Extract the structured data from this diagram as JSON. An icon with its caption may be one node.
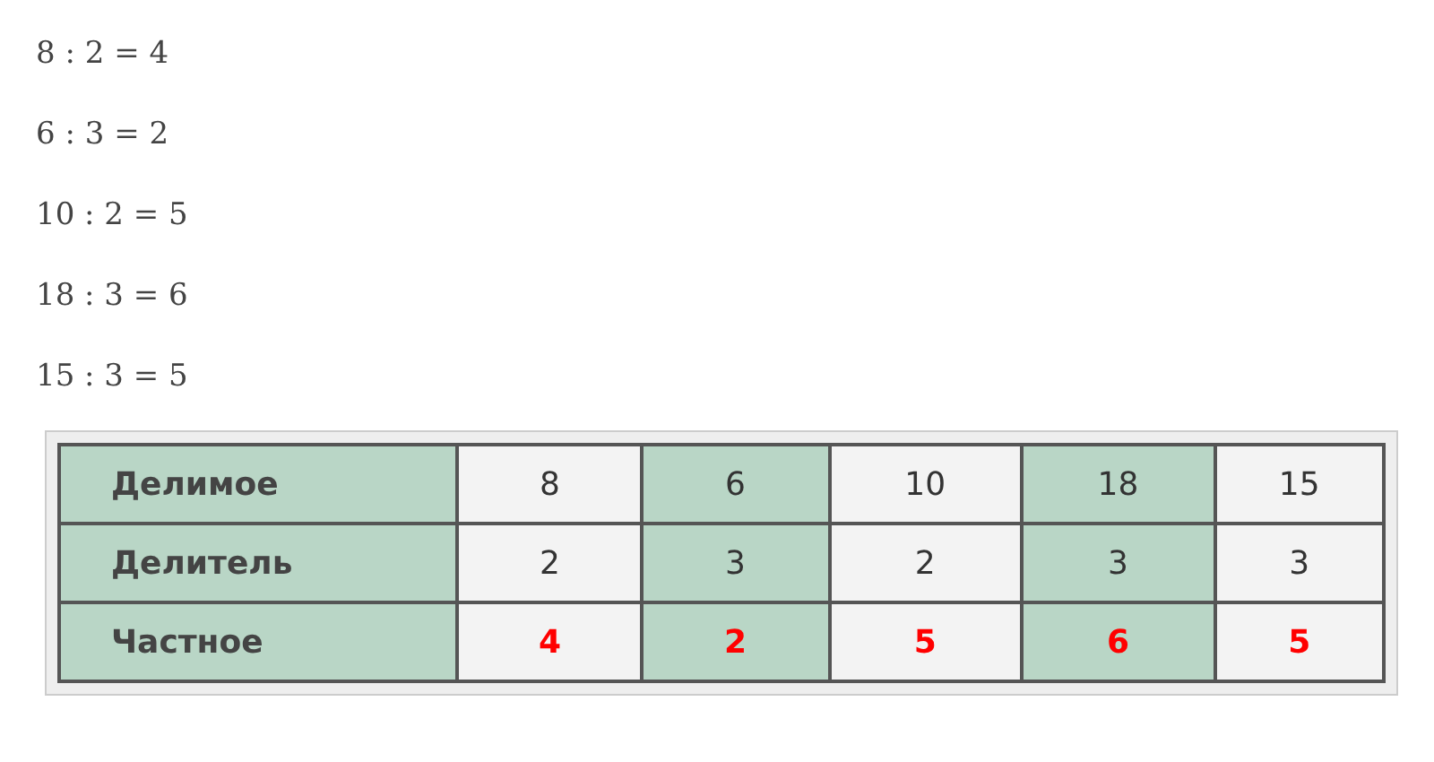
{
  "diagram": {
    "labels": [
      "8 : 2 = 4",
      "6 : 3 = 2",
      "10 : 2 = 5",
      "18 : 3 = 6",
      "15 : 3 = 5",
      "Делимое",
      "8",
      "6",
      "10",
      "18",
      "15",
      "Делитель",
      "2",
      "3",
      "2",
      "3",
      "3",
      "Частное",
      "4",
      "2",
      "5",
      "6",
      "5"
    ]
  }
}
